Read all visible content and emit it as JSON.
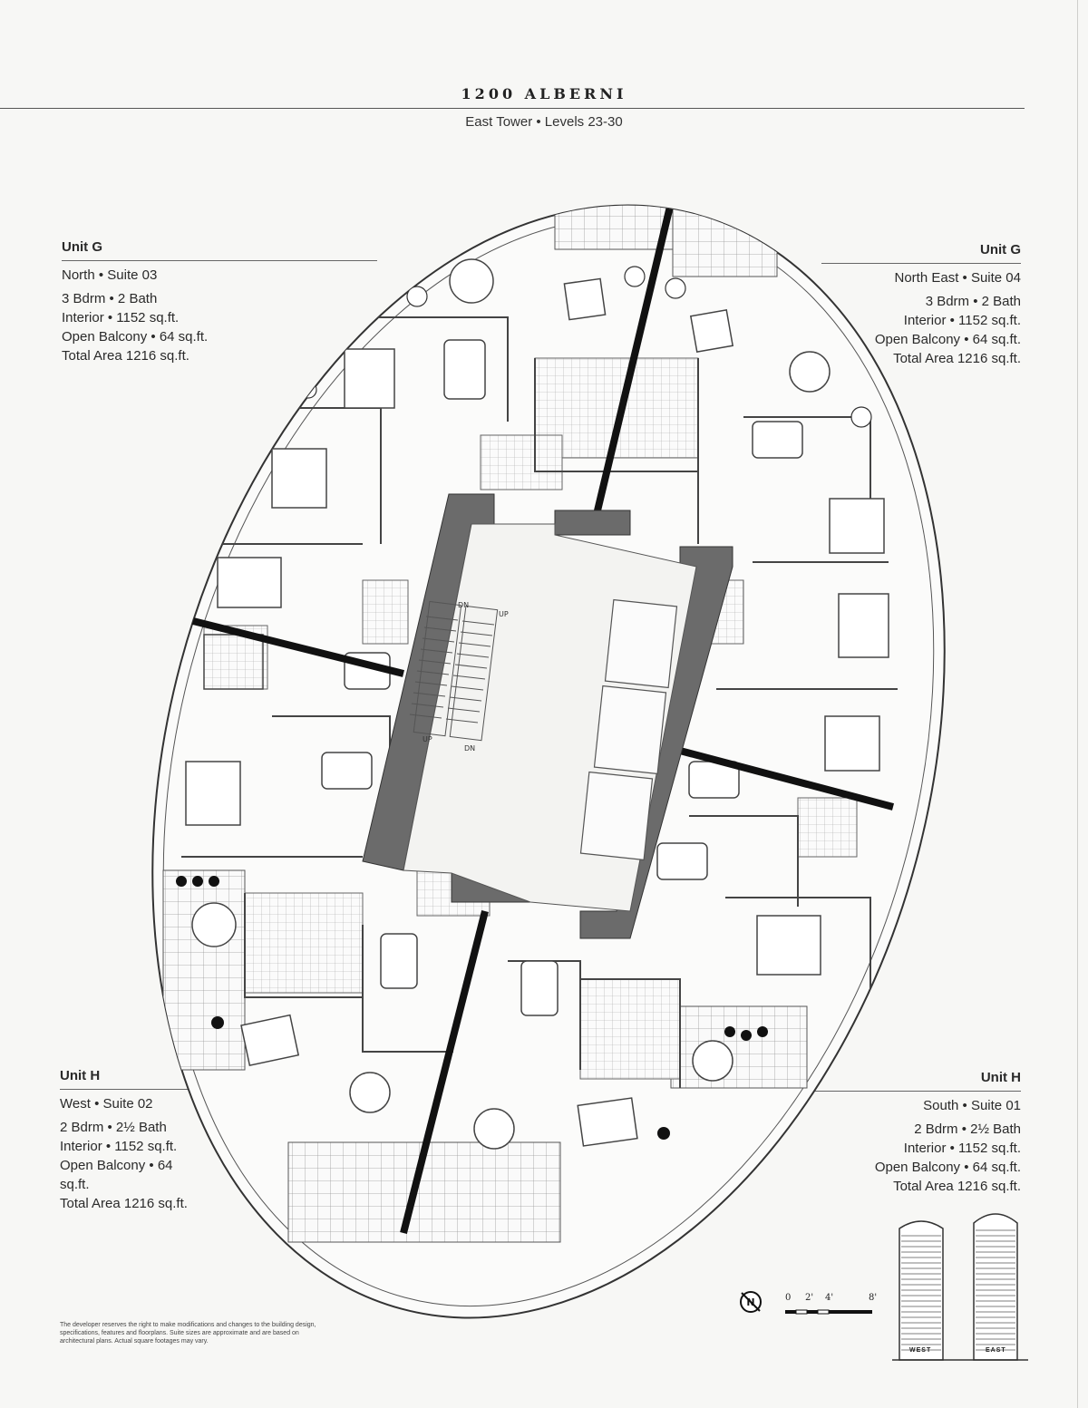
{
  "header": {
    "title": "1200 ALBERNI",
    "subtitle": "East Tower • Levels 23-30"
  },
  "units": {
    "north": {
      "name": "Unit G",
      "location": "North • Suite 03",
      "beds_baths": "3 Bdrm • 2 Bath",
      "interior": "Interior • 1152 sq.ft.",
      "balcony": "Open Balcony • 64 sq.ft.",
      "total": "Total Area 1216 sq.ft."
    },
    "north_east": {
      "name": "Unit G",
      "location": "North East • Suite 04",
      "beds_baths": "3 Bdrm • 2 Bath",
      "interior": "Interior • 1152 sq.ft.",
      "balcony": "Open Balcony • 64 sq.ft.",
      "total": "Total Area 1216 sq.ft."
    },
    "west": {
      "name": "Unit H",
      "location": "West • Suite 02",
      "beds_baths": "2 Bdrm • 2½ Bath",
      "interior": "Interior • 1152 sq.ft.",
      "balcony": "Open Balcony • 64 sq.ft.",
      "total": "Total Area 1216 sq.ft."
    },
    "south": {
      "name": "Unit H",
      "location": "South • Suite 01",
      "beds_baths": "2 Bdrm • 2½ Bath",
      "interior": "Interior • 1152 sq.ft.",
      "balcony": "Open Balcony • 64 sq.ft.",
      "total": "Total Area 1216 sq.ft."
    }
  },
  "stair_labels": {
    "dn": "DN",
    "up": "UP"
  },
  "disclaimer": "The developer reserves the right to make modifications and changes to the building design, specifications, features and floorplans. Suite sizes are approximate and are based on architectural plans. Actual square footages may vary.",
  "scale": {
    "zero": "0",
    "two": "2'",
    "four": "4'",
    "eight": "8'"
  },
  "compass_label": "N",
  "towers": {
    "west": "WEST",
    "east": "EAST"
  }
}
